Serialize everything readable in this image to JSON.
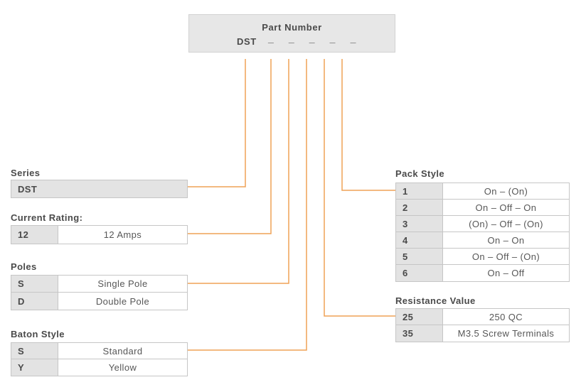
{
  "diagram": {
    "accent_color": "#EFA257",
    "part_number_box": {
      "title": "Part Number",
      "prefix": "DST",
      "blanks": [
        "_",
        "_",
        "_",
        "_",
        "_"
      ]
    },
    "sections": [
      {
        "id": "series",
        "label": "Series",
        "rows": [
          {
            "code": "DST",
            "value": ""
          }
        ]
      },
      {
        "id": "current-rating",
        "label": "Current Rating:",
        "rows": [
          {
            "code": "12",
            "value": "12 Amps"
          }
        ]
      },
      {
        "id": "poles",
        "label": "Poles",
        "rows": [
          {
            "code": "S",
            "value": "Single Pole"
          },
          {
            "code": "D",
            "value": "Double Pole"
          }
        ]
      },
      {
        "id": "baton-style",
        "label": "Baton Style",
        "rows": [
          {
            "code": "S",
            "value": "Standard"
          },
          {
            "code": "Y",
            "value": "Yellow"
          }
        ]
      },
      {
        "id": "pack-style",
        "label": "Pack Style",
        "rows": [
          {
            "code": "1",
            "value": "On – (On)"
          },
          {
            "code": "2",
            "value": "On – Off – On"
          },
          {
            "code": "3",
            "value": "(On) – Off – (On)"
          },
          {
            "code": "4",
            "value": "On – On"
          },
          {
            "code": "5",
            "value": "On – Off – (On)"
          },
          {
            "code": "6",
            "value": "On – Off"
          }
        ]
      },
      {
        "id": "resistance-value",
        "label": "Resistance Value",
        "rows": [
          {
            "code": "25",
            "value": "250 QC"
          },
          {
            "code": "35",
            "value": "M3.5 Screw Terminals"
          }
        ]
      }
    ],
    "connectors": [
      {
        "from": "prefix-DST",
        "to": "series"
      },
      {
        "from": "blank-1",
        "to": "current-rating"
      },
      {
        "from": "blank-2",
        "to": "poles"
      },
      {
        "from": "blank-3",
        "to": "baton-style"
      },
      {
        "from": "blank-4",
        "to": "resistance-value"
      },
      {
        "from": "blank-5",
        "to": "pack-style"
      }
    ]
  }
}
